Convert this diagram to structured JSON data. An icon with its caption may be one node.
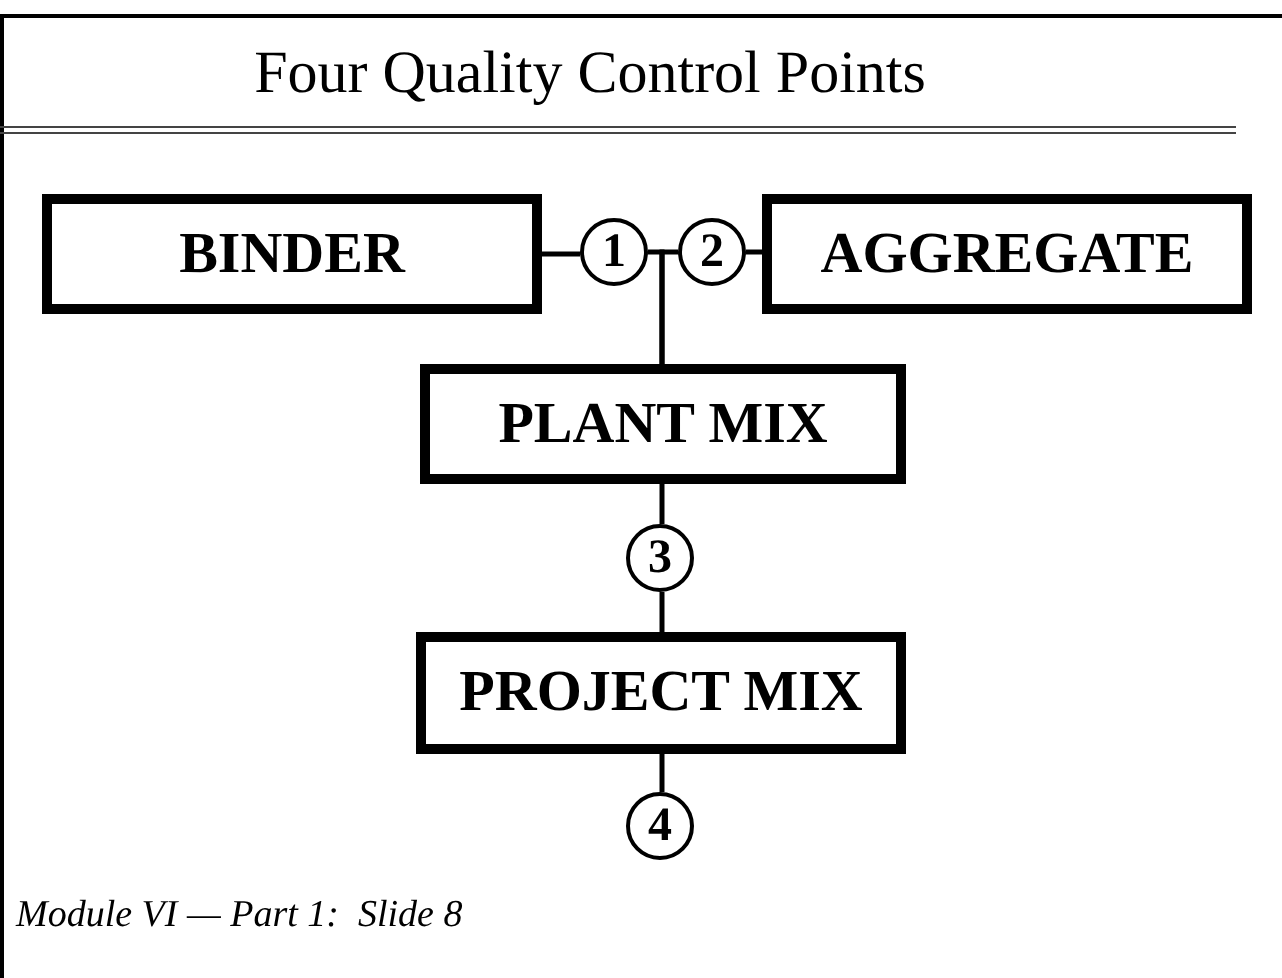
{
  "diagram": {
    "title": "Four Quality Control Points",
    "nodes": [
      {
        "text": [
          "BINDER"
        ]
      },
      {
        "text": [
          "1"
        ]
      },
      {
        "text": [
          "2"
        ]
      },
      {
        "text": [
          "AGGREGATE"
        ]
      },
      {
        "text": [
          "PLANT MIX"
        ]
      },
      {
        "text": [
          "3"
        ]
      },
      {
        "text": [
          "PROJECT MIX"
        ]
      },
      {
        "text": [
          "4"
        ]
      }
    ],
    "edges": [
      {
        "from": 0,
        "to": 1,
        "arrow": "none"
      },
      {
        "from": 2,
        "to": 3,
        "arrow": "none"
      },
      {
        "from": 1,
        "to": 4,
        "arrow": "none"
      },
      {
        "from": 2,
        "to": 4,
        "arrow": "none"
      },
      {
        "from": 4,
        "to": 5,
        "arrow": "none"
      },
      {
        "from": 5,
        "to": 6,
        "arrow": "none"
      },
      {
        "from": 6,
        "to": 7,
        "arrow": "none"
      }
    ],
    "labels": [
      "Module VI — Part 1:  Slide 8"
    ]
  }
}
